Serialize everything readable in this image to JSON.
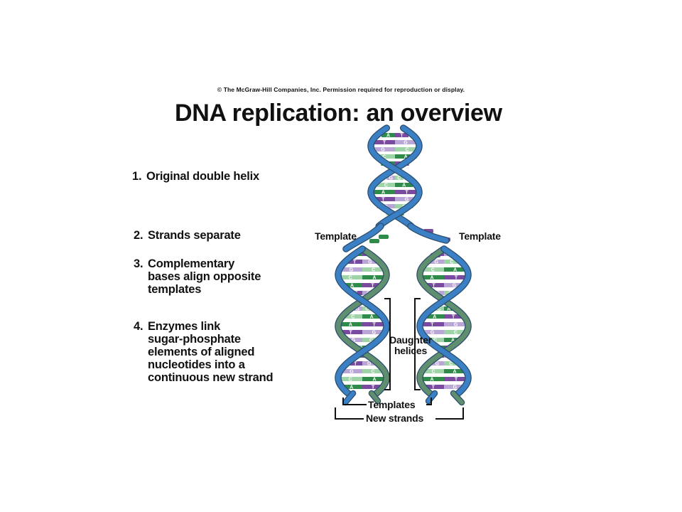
{
  "copyright": "© The McGraw-Hill Companies, Inc. Permission required for reproduction or display.",
  "title": "DNA replication: an overview",
  "steps": [
    {
      "number": "1.",
      "lines": [
        "Original double helix"
      ]
    },
    {
      "number": "2.",
      "lines": [
        "Strands separate"
      ]
    },
    {
      "number": "3.",
      "lines": [
        "Complementary",
        "bases align opposite",
        "templates"
      ]
    },
    {
      "number": "4.",
      "lines": [
        "Enzymes link",
        "sugar-phosphate",
        "elements of aligned",
        "nucleotides into a",
        "continuous new strand"
      ]
    }
  ],
  "labels": {
    "template_left": "Template",
    "template_right": "Template",
    "daughter_helices_1": "Daughter",
    "daughter_helices_2": "helices",
    "templates": "Templates",
    "new_strands": "New strands"
  },
  "bases": [
    "A",
    "T",
    "G",
    "C"
  ],
  "colors": {
    "template_strand": "#3b7fc4",
    "new_strand": "#5f8f6e",
    "base_green": "#2e8b4a",
    "base_purple": "#7a4aa0",
    "base_lilac": "#b9a6d6",
    "base_mint": "#9fd3a8"
  }
}
